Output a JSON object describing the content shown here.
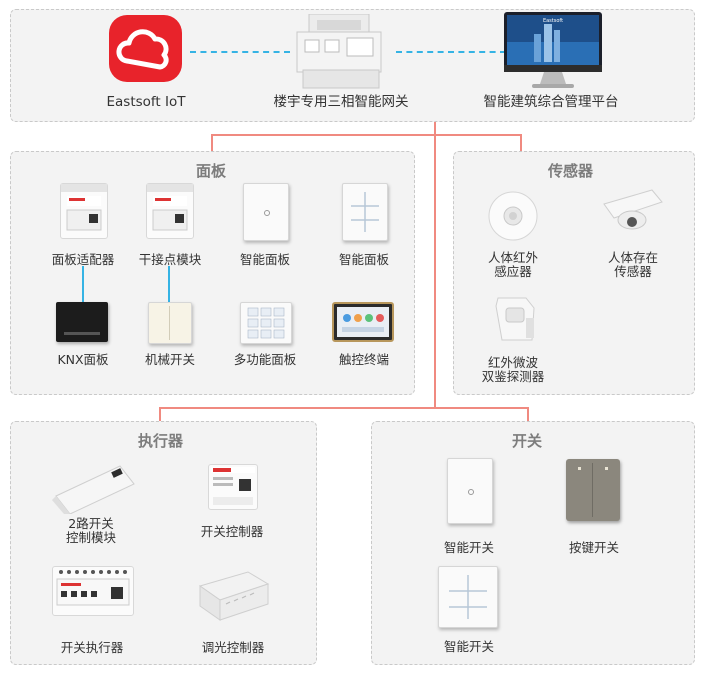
{
  "top": {
    "cloud_label": "Eastsoft IoT",
    "gateway_label": "楼宇专用三相智能网关",
    "platform_label": "智能建筑综合管理平台",
    "brand_text": "Eastsoft"
  },
  "panels": {
    "title": "面板",
    "items": [
      "面板适配器",
      "干接点模块",
      "智能面板",
      "智能面板",
      "KNX面板",
      "机械开关",
      "多功能面板",
      "触控终端"
    ]
  },
  "sensors": {
    "title": "传感器",
    "item1_l1": "人体红外",
    "item1_l2": "感应器",
    "item2_l1": "人体存在",
    "item2_l2": "传感器",
    "item3_l1": "红外微波",
    "item3_l2": "双鉴探测器"
  },
  "actuators": {
    "title": "执行器",
    "item1_l1": "2路开关",
    "item1_l2": "控制模块",
    "item2": "开关控制器",
    "item3": "开关执行器",
    "item4": "调光控制器"
  },
  "switches": {
    "title": "开关",
    "item1": "智能开关",
    "item2": "按键开关",
    "item3": "智能开关"
  },
  "colors": {
    "connector": "#f08a80",
    "link": "#35b3e4",
    "cloud": "#e8232b"
  }
}
